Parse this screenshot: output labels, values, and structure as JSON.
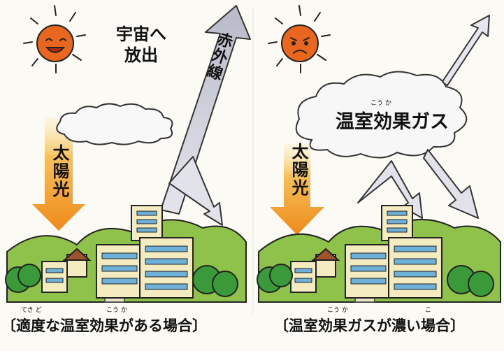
{
  "panels": [
    {
      "label_space": "宇宙へ放出",
      "label_space_line1": "宇宙へ",
      "label_space_line2": "放出",
      "label_infrared": "赤外線",
      "label_sunlight": "太陽光",
      "caption": "〔適度な温室効果がある場合〕",
      "caption_ruby_1": "てき ど",
      "caption_ruby_2": "こう か",
      "sun_mood": "happy"
    },
    {
      "label_cloud": "温室効果ガス",
      "cloud_ruby": "こう か",
      "label_sunlight": "太陽光",
      "caption": "〔温室効果ガスが濃い場合〕",
      "caption_ruby_1": "こう か",
      "caption_ruby_2": "こ",
      "sun_mood": "sad"
    }
  ],
  "colors": {
    "sun": "#e8661e",
    "sun_ray": "#222222",
    "sunlight_arrow": "#f2a030",
    "infrared_arrow": "#c9cad4",
    "cloud": "#f7f7f7",
    "hill": "#8fc24a",
    "building": "#f4ecc0",
    "window": "#6fb0d8",
    "tree": "#3a9a3a"
  }
}
